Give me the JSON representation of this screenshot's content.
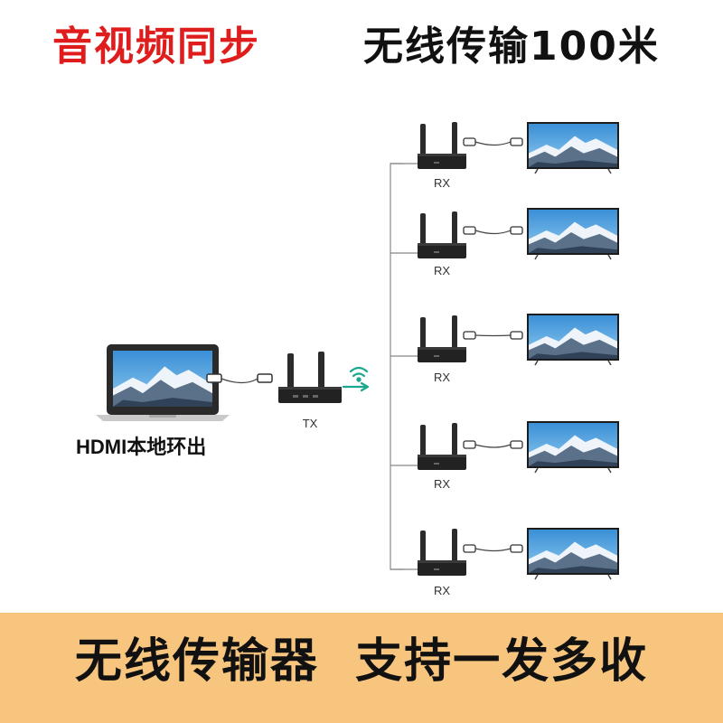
{
  "headline": {
    "left": "音视频同步",
    "right": "无线传输100米"
  },
  "source": {
    "caption": "HDMI本地环出"
  },
  "transmitter": {
    "label": "TX"
  },
  "receivers": [
    {
      "label": "RX"
    },
    {
      "label": "RX"
    },
    {
      "label": "RX"
    },
    {
      "label": "RX"
    },
    {
      "label": "RX"
    }
  ],
  "banner": {
    "text": "无线传输器  支持一发多收"
  },
  "colors": {
    "headline_accent": "#e01d1d",
    "banner_bg": "#f7c57d",
    "wifi_signal": "#19a88f"
  }
}
